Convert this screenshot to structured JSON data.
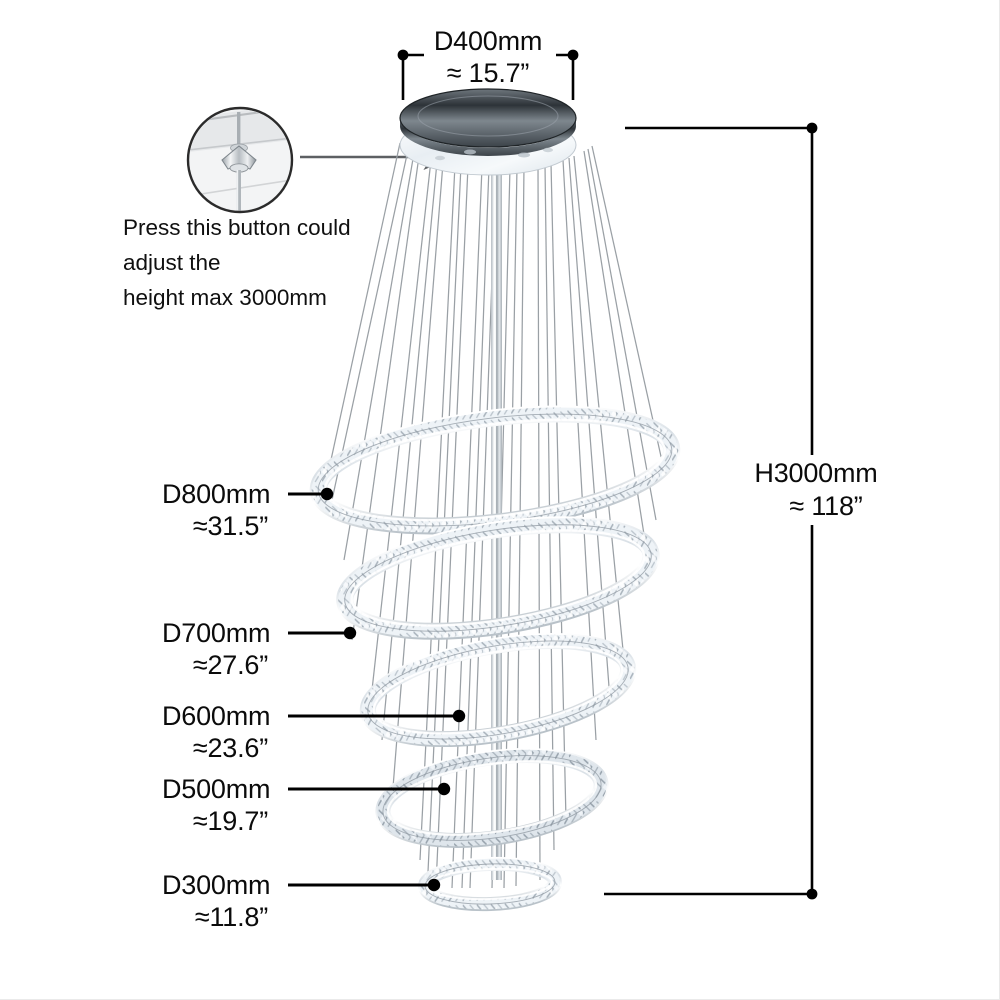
{
  "diagram": {
    "title": "Crystal ring chandelier dimension diagram",
    "background_color": "#ffffff",
    "line_color": "#000000",
    "callout_line_color": "#5d6063"
  },
  "top_dimension": {
    "name": "canopy-diameter",
    "metric": "D400mm",
    "imperial": "≈ 15.7”"
  },
  "height_dimension": {
    "name": "total-height",
    "metric": "H3000mm",
    "imperial": "≈ 118”"
  },
  "note": {
    "line1": "Press this button could",
    "line2": "adjust the",
    "line3": "height max 3000mm"
  },
  "detail_circle": {
    "label": "height-adjust-button-detail"
  },
  "ring_dimensions": [
    {
      "id": "ring-800",
      "metric": "D800mm",
      "imperial": "≈31.5”"
    },
    {
      "id": "ring-700",
      "metric": "D700mm",
      "imperial": "≈27.6”"
    },
    {
      "id": "ring-600",
      "metric": "D600mm",
      "imperial": "≈23.6”"
    },
    {
      "id": "ring-500",
      "metric": "D500mm",
      "imperial": "≈19.7”"
    },
    {
      "id": "ring-300",
      "metric": "D300mm",
      "imperial": "≈11.8”"
    }
  ],
  "product": {
    "ring_count": 5,
    "rings_mm": [
      800,
      700,
      600,
      500,
      300
    ],
    "canopy_mm": 400,
    "max_height_mm": 3000,
    "chrome_color": "#c9ced3",
    "crystal_color": "#f2f5f8",
    "wire_color": "#9aa0a5"
  }
}
